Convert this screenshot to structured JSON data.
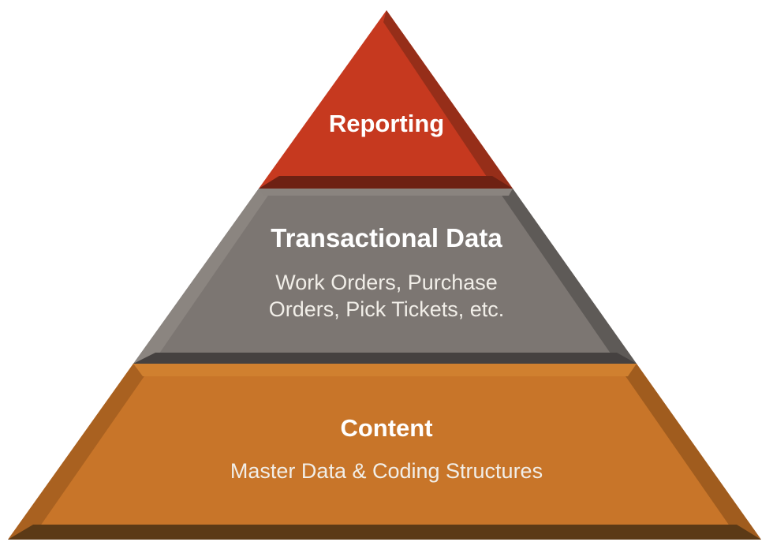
{
  "diagram": {
    "type": "pyramid",
    "tier_count": 3,
    "tiers": [
      {
        "id": "reporting",
        "label": "Reporting",
        "description_lines": [],
        "face_color": "#C6391F",
        "right_bevel_color": "#962E19",
        "bottom_bevel_color": "#6E2113"
      },
      {
        "id": "transactional-data",
        "label": "Transactional Data",
        "description_lines": [
          "Work Orders, Purchase",
          "Orders, Pick Tickets, etc."
        ],
        "face_color": "#7C7672",
        "top_highlight_color": "#8A847F",
        "left_bevel_color": "#8B8580",
        "right_bevel_color": "#5E5A57",
        "bottom_bevel_color": "#454140"
      },
      {
        "id": "content",
        "label": "Content",
        "description_lines": [
          "Master Data & Coding Structures"
        ],
        "face_color": "#C87529",
        "top_highlight_color": "#D0802F",
        "left_bevel_color": "#A96120",
        "right_bevel_color": "#A05C1E",
        "bottom_bevel_color": "#5C3A16"
      }
    ]
  },
  "colors": {
    "background": "#FFFFFF",
    "title_text": "#FFFFFF",
    "subtitle_text": "#F1EEE8"
  }
}
